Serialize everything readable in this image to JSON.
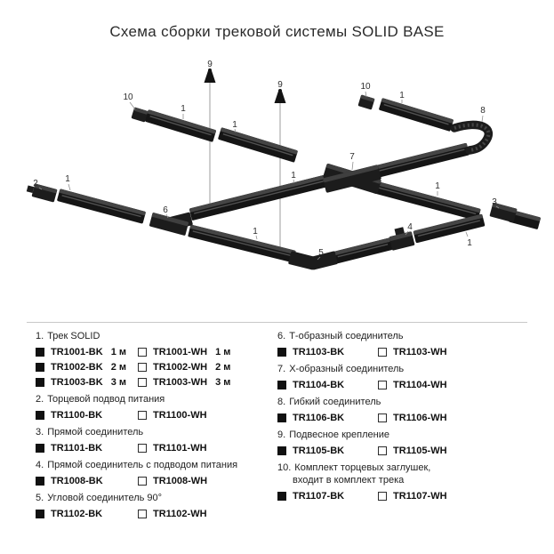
{
  "title": "Схема сборки трековой системы SOLID BASE",
  "diagram": {
    "numbers": {
      "track": "1",
      "end_feed": "2",
      "straight": "3",
      "straight_feed": "4",
      "corner": "5",
      "tee": "6",
      "cross": "7",
      "flex": "8",
      "pendant": "9",
      "endcap": "10"
    }
  },
  "legend": {
    "left": [
      {
        "num": "1.",
        "title": "Трек SOLID",
        "rows": [
          {
            "bk": "TR1001-BK",
            "bk_note": "1 м",
            "wh": "TR1001-WH",
            "wh_note": "1 м"
          },
          {
            "bk": "TR1002-BK",
            "bk_note": "2 м",
            "wh": "TR1002-WH",
            "wh_note": "2 м"
          },
          {
            "bk": "TR1003-BK",
            "bk_note": "3 м",
            "wh": "TR1003-WH",
            "wh_note": "3 м"
          }
        ]
      },
      {
        "num": "2.",
        "title": "Торцевой подвод питания",
        "rows": [
          {
            "bk": "TR1100-BK",
            "wh": "TR1100-WH"
          }
        ]
      },
      {
        "num": "3.",
        "title": "Прямой соединитель",
        "rows": [
          {
            "bk": "TR1101-BK",
            "wh": "TR1101-WH"
          }
        ]
      },
      {
        "num": "4.",
        "title": "Прямой соединитель с подводом питания",
        "rows": [
          {
            "bk": "TR1008-BK",
            "wh": "TR1008-WH"
          }
        ]
      },
      {
        "num": "5.",
        "title": "Угловой соединитель 90°",
        "rows": [
          {
            "bk": "TR1102-BK",
            "wh": "TR1102-WH"
          }
        ]
      }
    ],
    "right": [
      {
        "num": "6.",
        "title": "Т-образный соединитель",
        "rows": [
          {
            "bk": "TR1103-BK",
            "wh": "TR1103-WH"
          }
        ]
      },
      {
        "num": "7.",
        "title": "Х-образный соединитель",
        "rows": [
          {
            "bk": "TR1104-BK",
            "wh": "TR1104-WH"
          }
        ]
      },
      {
        "num": "8.",
        "title": "Гибкий соединитель",
        "rows": [
          {
            "bk": "TR1106-BK",
            "wh": "TR1106-WH"
          }
        ]
      },
      {
        "num": "9.",
        "title": "Подвесное крепление",
        "rows": [
          {
            "bk": "TR1105-BK",
            "wh": "TR1105-WH"
          }
        ]
      },
      {
        "num": "10.",
        "title": "Комплект торцевых заглушек,",
        "title2": "входит в комплект трека",
        "rows": [
          {
            "bk": "TR1107-BK",
            "wh": "TR1107-WH"
          }
        ]
      }
    ]
  }
}
